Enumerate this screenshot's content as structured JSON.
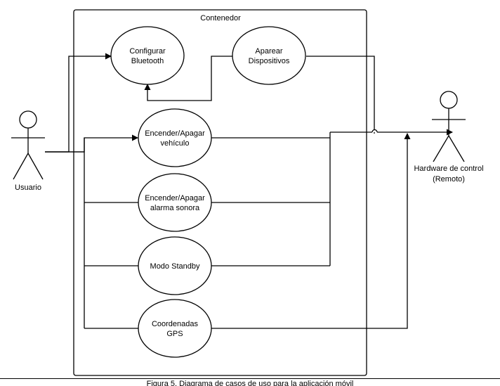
{
  "system": {
    "title": "Contenedor"
  },
  "actors": {
    "user": {
      "label": "Usuario"
    },
    "hardware": {
      "label_line1": "Hardware de control",
      "label_line2": "(Remoto)"
    }
  },
  "use_cases": {
    "config_bt": {
      "line1": "Configurar",
      "line2": "Bluetooth"
    },
    "pair": {
      "line1": "Aparear",
      "line2": "Dispositivos"
    },
    "vehicle": {
      "line1": "Encender/Apagar",
      "line2": "vehículo"
    },
    "alarm": {
      "line1": "Encender/Apagar",
      "line2": "alarma sonora"
    },
    "standby": {
      "line1": "Modo Standby"
    },
    "gps": {
      "line1": "Coordenadas",
      "line2": "GPS"
    }
  },
  "caption": {
    "text": "Figura 5. Diagrama de casos de uso para la aplicación móvil"
  }
}
